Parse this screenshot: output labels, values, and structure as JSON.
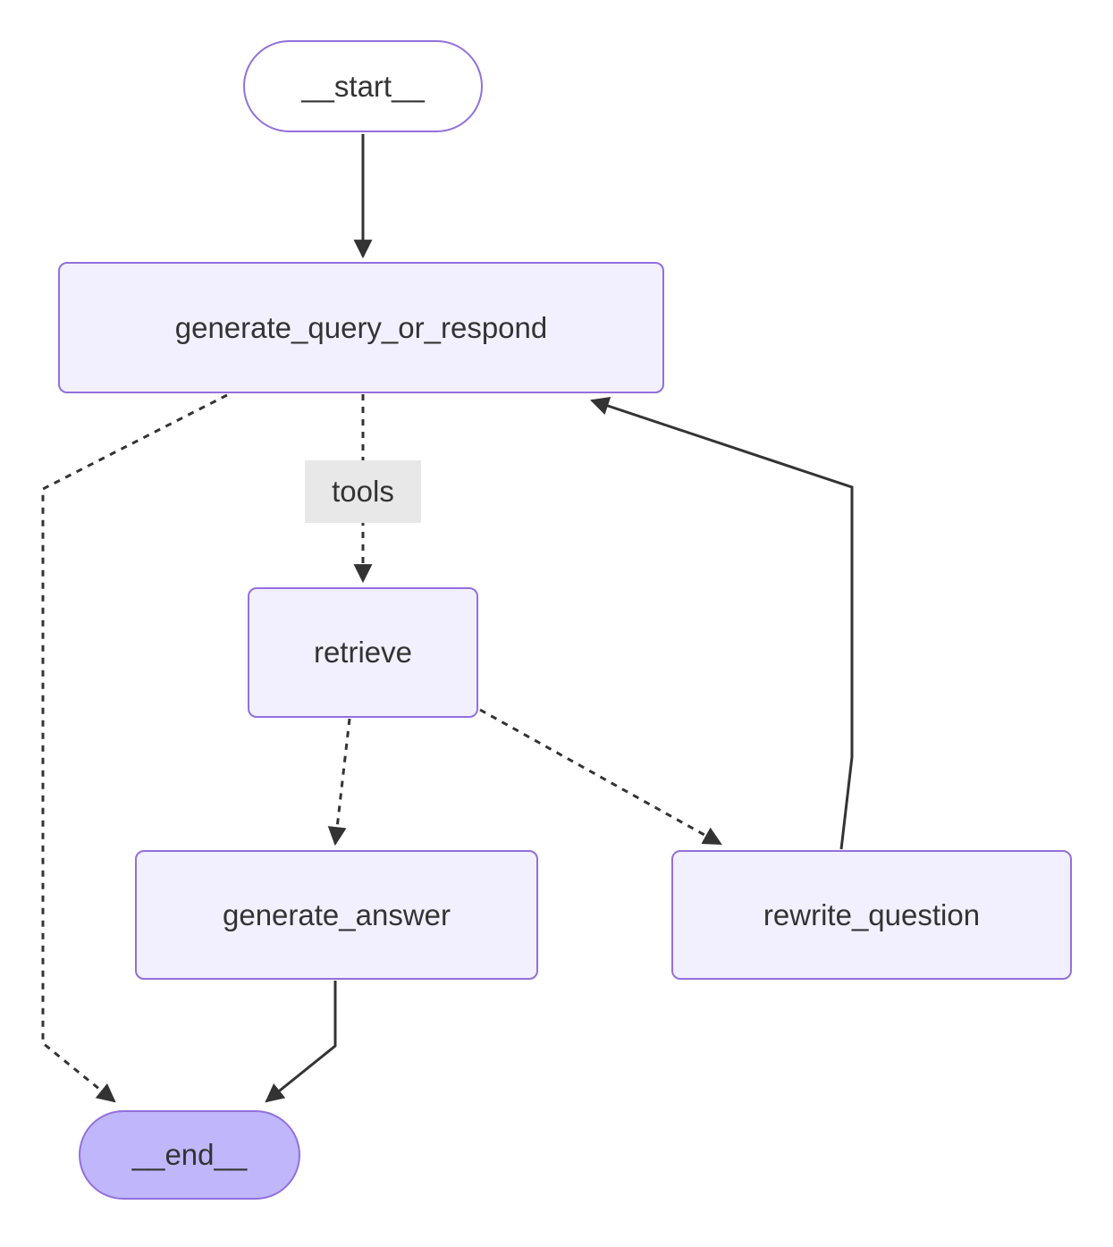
{
  "diagram": {
    "type": "flowchart",
    "direction": "top-down",
    "nodes": [
      {
        "id": "start",
        "label": "__start__",
        "shape": "pill"
      },
      {
        "id": "generate_query_or_respond",
        "label": "generate_query_or_respond",
        "shape": "box"
      },
      {
        "id": "retrieve",
        "label": "retrieve",
        "shape": "box"
      },
      {
        "id": "generate_answer",
        "label": "generate_answer",
        "shape": "box"
      },
      {
        "id": "rewrite_question",
        "label": "rewrite_question",
        "shape": "box"
      },
      {
        "id": "end",
        "label": "__end__",
        "shape": "pill-filled"
      }
    ],
    "edges": [
      {
        "from": "start",
        "to": "generate_query_or_respond",
        "style": "solid",
        "label": ""
      },
      {
        "from": "generate_query_or_respond",
        "to": "retrieve",
        "style": "dotted",
        "label": "tools"
      },
      {
        "from": "generate_query_or_respond",
        "to": "end",
        "style": "dotted",
        "label": ""
      },
      {
        "from": "retrieve",
        "to": "generate_answer",
        "style": "dotted",
        "label": ""
      },
      {
        "from": "retrieve",
        "to": "rewrite_question",
        "style": "dotted",
        "label": ""
      },
      {
        "from": "generate_answer",
        "to": "end",
        "style": "solid",
        "label": ""
      },
      {
        "from": "rewrite_question",
        "to": "generate_query_or_respond",
        "style": "solid",
        "label": ""
      }
    ],
    "colors": {
      "background": "#ffffff",
      "node_fill": "#f2f0ff",
      "node_border": "#9370db",
      "end_fill": "#bfb6fc",
      "text": "#333333",
      "edge": "#333333",
      "edge_label_bg": "#e8e8e8"
    }
  }
}
